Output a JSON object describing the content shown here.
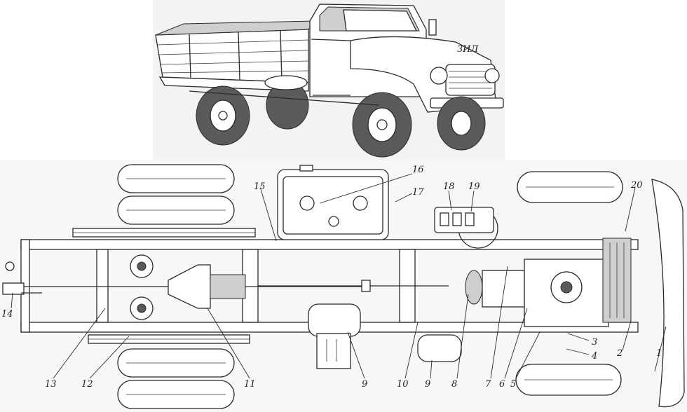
{
  "labels": {
    "n1": "1",
    "n2": "2",
    "n3": "3",
    "n4": "4",
    "n5": "5",
    "n6": "6",
    "n7": "7",
    "n8": "8",
    "n9a": "9",
    "n9b": "9",
    "n10": "10",
    "n11": "11",
    "n12": "12",
    "n13": "13",
    "n14": "14",
    "n15": "15",
    "n16": "16",
    "n17": "17",
    "n18": "18",
    "n19": "19",
    "n20": "20"
  },
  "hood_badge": "ЗИЛ"
}
